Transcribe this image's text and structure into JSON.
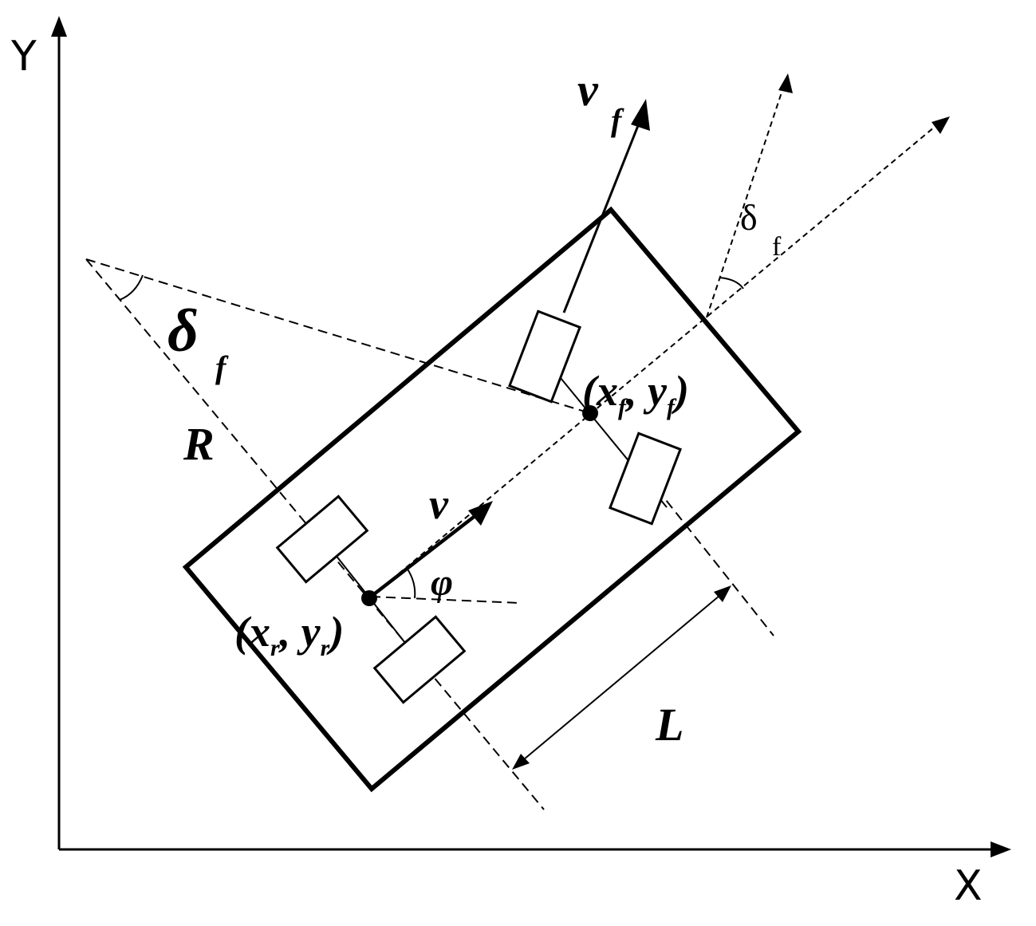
{
  "axes": {
    "x_label": "X",
    "y_label": "Y"
  },
  "labels": {
    "front_velocity_main": "v",
    "front_velocity_sub": "f",
    "steer_angle_front_main": "δ",
    "steer_angle_front_sub": "f",
    "steer_angle_center_main": "δ",
    "steer_angle_center_sub": "f",
    "front_point": "(x",
    "front_point_sub_x": "f",
    "front_point_mid": ", y",
    "front_point_sub_y": "f",
    "front_point_close": ")",
    "radius": "R",
    "rear_velocity": "v",
    "heading": "φ",
    "rear_point": "(x",
    "rear_point_sub_x": "r",
    "rear_point_mid": ", y",
    "rear_point_sub_y": "r",
    "rear_point_close": ")",
    "wheelbase": "L"
  },
  "colors": {
    "ink": "#000000",
    "paper": "#ffffff"
  }
}
